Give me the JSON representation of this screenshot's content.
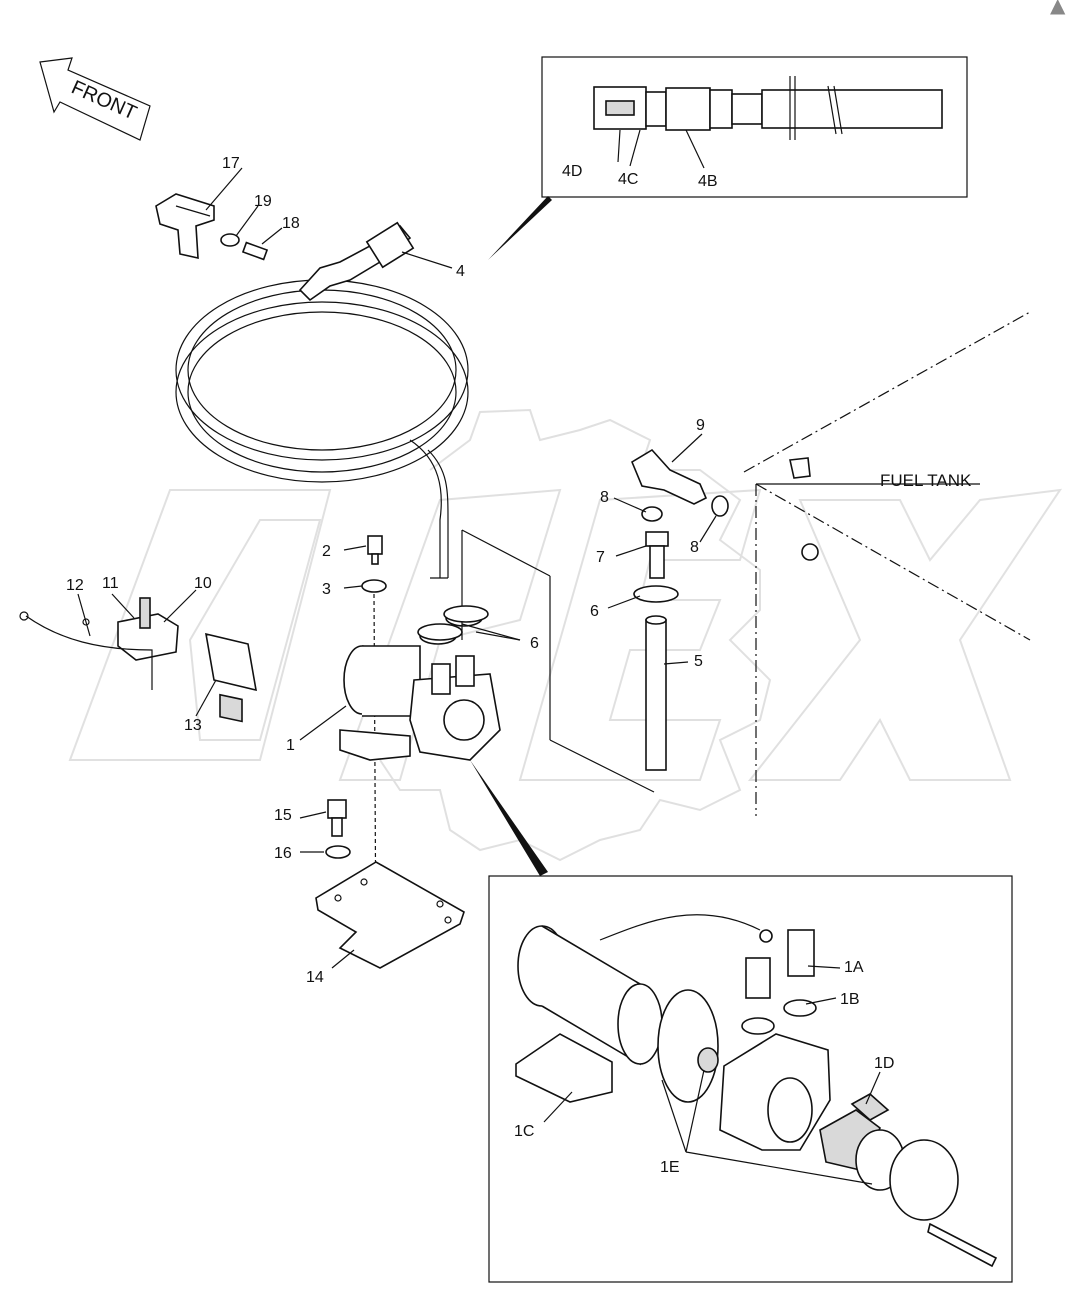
{
  "watermark": {
    "corner_mark": "▲",
    "logo_text": "OREX"
  },
  "front_arrow": {
    "label": "FRONT"
  },
  "fuel_tank": {
    "label": "FUEL TANK"
  },
  "callouts": {
    "c1": "1",
    "c2": "2",
    "c3": "3",
    "c4": "4",
    "c5": "5",
    "c6a": "6",
    "c6b": "6",
    "c7": "7",
    "c8a": "8",
    "c8b": "8",
    "c9": "9",
    "c10": "10",
    "c11": "11",
    "c12": "12",
    "c13": "13",
    "c14": "14",
    "c15": "15",
    "c16": "16",
    "c17": "17",
    "c18": "18",
    "c19": "19",
    "c4b": "4B",
    "c4c": "4C",
    "c4d": "4D",
    "c1a": "1A",
    "c1b": "1B",
    "c1c": "1C",
    "c1d": "1D",
    "c1e": "1E"
  },
  "colors": {
    "line": "#111111",
    "watermark": "#c8c8c8",
    "background": "#ffffff"
  }
}
